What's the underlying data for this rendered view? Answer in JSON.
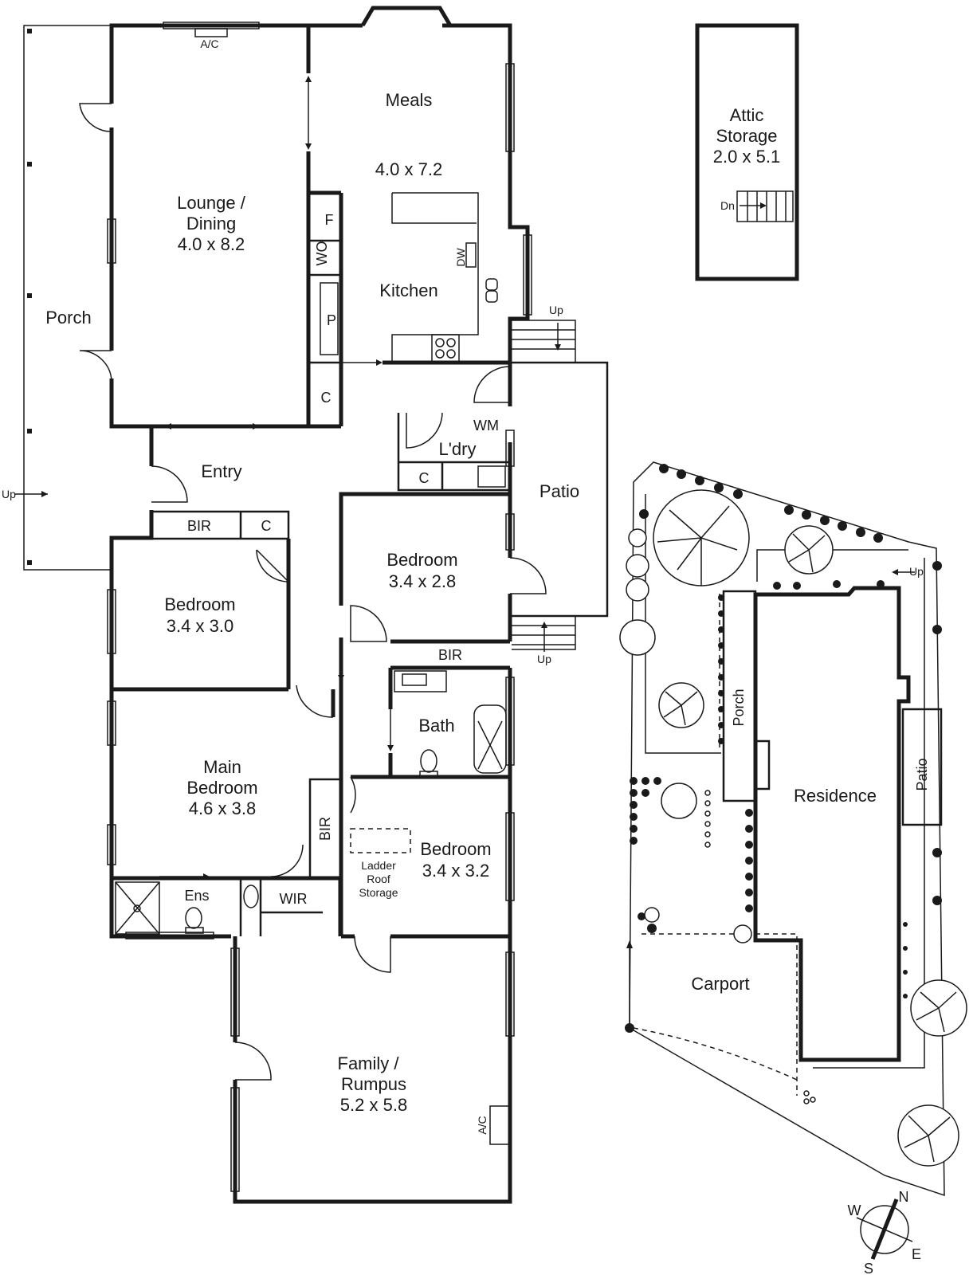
{
  "plan": {
    "rooms": {
      "porch": "Porch",
      "lounge_name_1": "Lounge /",
      "lounge_name_2": "Dining",
      "lounge_dim": "4.0 x 8.2",
      "meals_name": "Meals",
      "meals_dim": "4.0 x 7.2",
      "kitchen": "Kitchen",
      "entry": "Entry",
      "laundry": "L'dry",
      "patio": "Patio",
      "bedroom2_name": "Bedroom",
      "bedroom2_dim": "3.4 x 2.8",
      "bedroom3_name": "Bedroom",
      "bedroom3_dim": "3.4 x 3.0",
      "main_name_1": "Main",
      "main_name_2": "Bedroom",
      "main_dim": "4.6 x 3.8",
      "bath": "Bath",
      "bedroom4_name": "Bedroom",
      "bedroom4_dim": "3.4 x 3.2",
      "ens": "Ens",
      "wir": "WIR",
      "family_name_1": "Family /",
      "family_name_2": "Rumpus",
      "family_dim": "5.2 x 5.8",
      "attic_name_1": "Attic",
      "attic_name_2": "Storage",
      "attic_dim": "2.0 x 5.1"
    },
    "fixtures": {
      "ac_top": "A/C",
      "ac_family": "A/C",
      "fridge": "F",
      "wo": "WO",
      "pantry": "P",
      "dw": "DW",
      "cupboard_kitchen": "C",
      "wm": "WM",
      "cupboard_laundry": "C",
      "bir_hall": "BIR",
      "cupboard_hall": "C",
      "bir_bath": "BIR",
      "bir_main": "BIR",
      "ladder_1": "Ladder",
      "ladder_2": "Roof",
      "ladder_3": "Storage"
    },
    "stairs": {
      "up_porch": "Up",
      "up_patio_top": "Up",
      "up_patio_bottom": "Up",
      "dn_attic": "Dn"
    }
  },
  "site": {
    "residence": "Residence",
    "porch": "Porch",
    "patio": "Patio",
    "carport": "Carport",
    "up": "Up"
  },
  "compass": {
    "n": "N",
    "e": "E",
    "s": "S",
    "w": "W"
  }
}
